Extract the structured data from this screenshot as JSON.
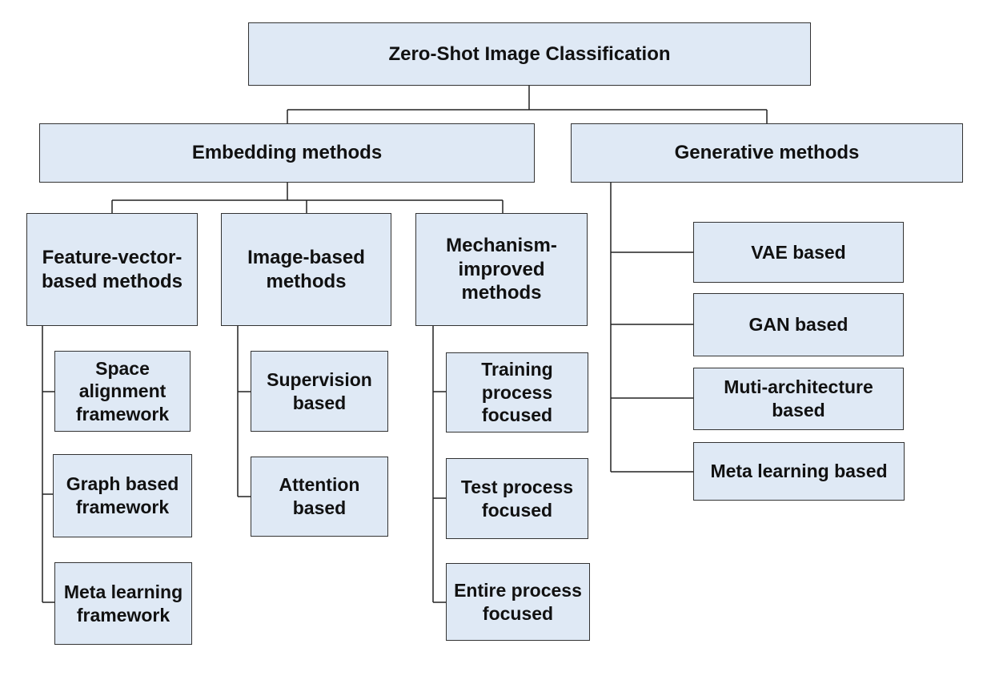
{
  "diagram": {
    "root": "Zero-Shot Image Classification",
    "embedding": {
      "title": "Embedding methods",
      "feature_vector": {
        "title": "Feature-vector-based methods",
        "items": [
          "Space alignment framework",
          "Graph based framework",
          "Meta learning framework"
        ]
      },
      "image_based": {
        "title": "Image-based methods",
        "items": [
          "Supervision based",
          "Attention based"
        ]
      },
      "mechanism": {
        "title": "Mechanism-improved methods",
        "items": [
          "Training process focused",
          "Test process focused",
          "Entire process focused"
        ]
      }
    },
    "generative": {
      "title": "Generative methods",
      "items": [
        "VAE based",
        "GAN based",
        "Muti-architecture based",
        "Meta learning based"
      ]
    }
  },
  "colors": {
    "box_fill": "#dfe9f5",
    "box_border": "#333333",
    "line": "#222222",
    "text": "#111111"
  }
}
